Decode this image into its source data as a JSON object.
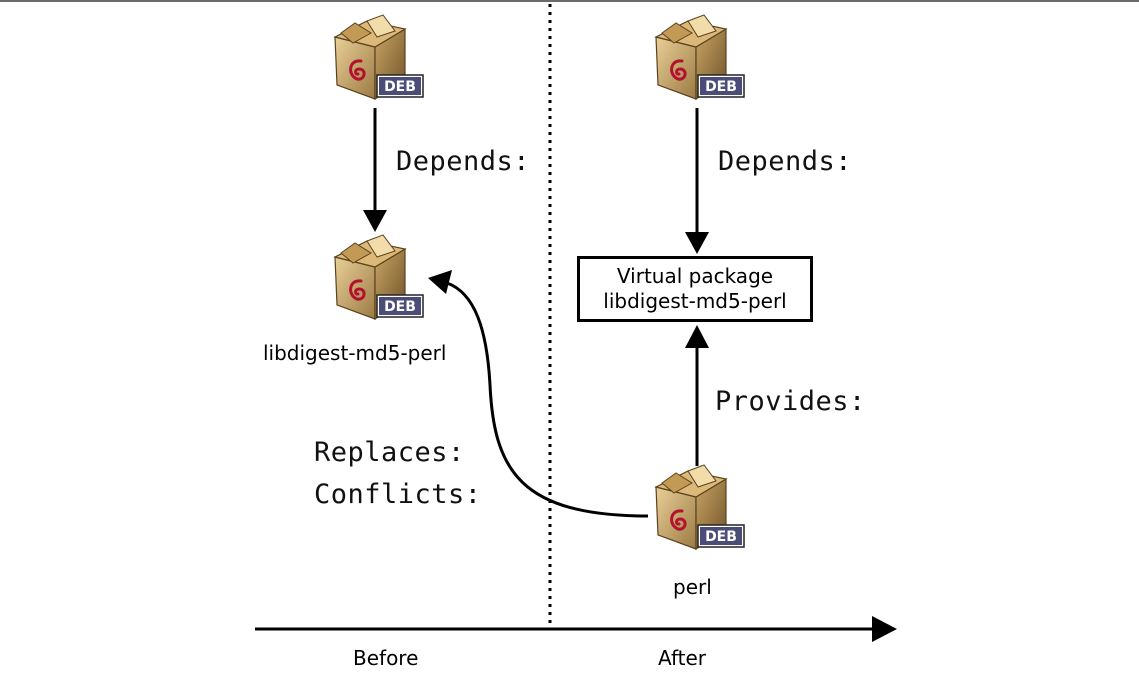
{
  "diagram": {
    "labels": {
      "depends_left": "Depends:",
      "depends_right": "Depends:",
      "provides": "Provides:",
      "replaces": "Replaces:",
      "conflicts": "Conflicts:"
    },
    "packages": {
      "left_top_badge": "DEB",
      "right_top_badge": "DEB",
      "left_mid_badge": "DEB",
      "left_mid_name": "libdigest-md5-perl",
      "perl_badge": "DEB",
      "perl_name": "perl"
    },
    "virtual_package": {
      "line1": "Virtual package",
      "line2": "libdigest-md5-perl"
    },
    "timeline": {
      "before": "Before",
      "after": "After"
    }
  }
}
